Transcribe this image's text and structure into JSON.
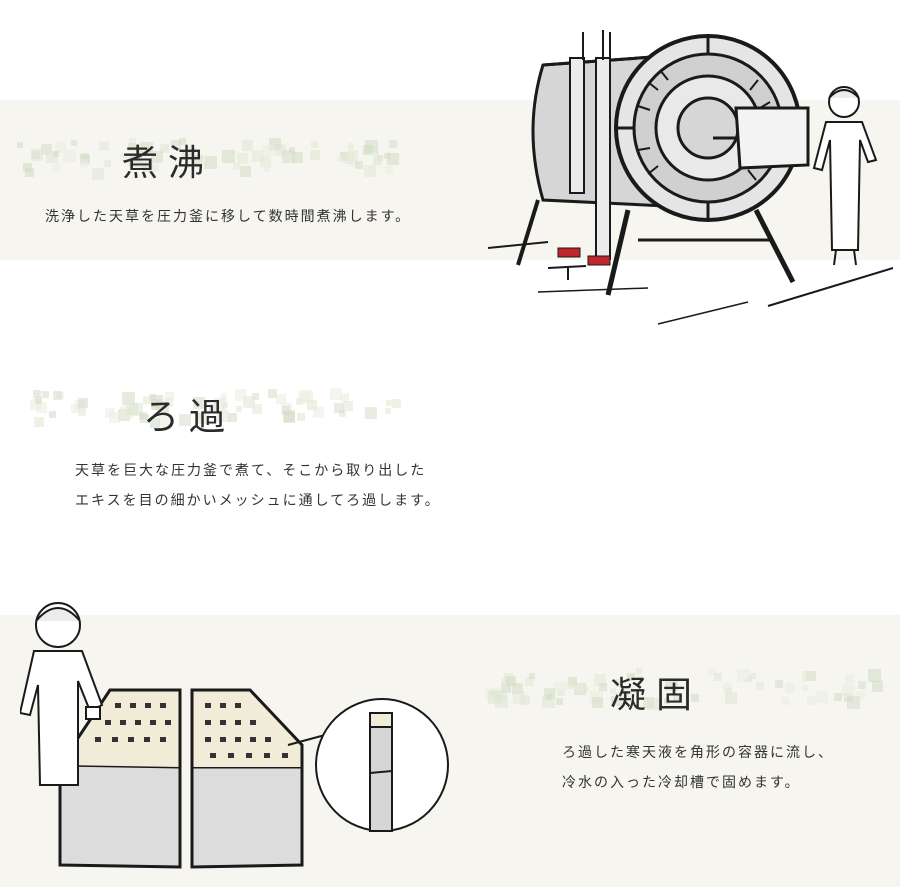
{
  "sections": [
    {
      "title": "煮沸",
      "lines": [
        "洗浄した天草を圧力釜に移して数時間煮沸します。"
      ]
    },
    {
      "title": "ろ過",
      "lines": [
        "天草を巨大な圧力釜で煮て、そこから取り出した",
        "エキスを目の細かいメッシュに通してろ過します。"
      ]
    },
    {
      "title": "凝固",
      "lines": [
        "ろ過した寒天液を角形の容器に流し、",
        "冷水の入った冷却槽で固めます。"
      ]
    }
  ],
  "colors": {
    "band": "#f6f5ef",
    "mosaic": [
      "#dfe6d2",
      "#cfdcc4",
      "#e9ece0",
      "#d5ddc9",
      "#e3e8d7"
    ],
    "valve": "#c0262d",
    "machine_fill": "#d6d6d6",
    "line": "#1a1a1a"
  },
  "icons": [
    "boiler-illustration",
    "worker-illustration",
    "cooling-tank-illustration",
    "agar-block-illustration"
  ]
}
